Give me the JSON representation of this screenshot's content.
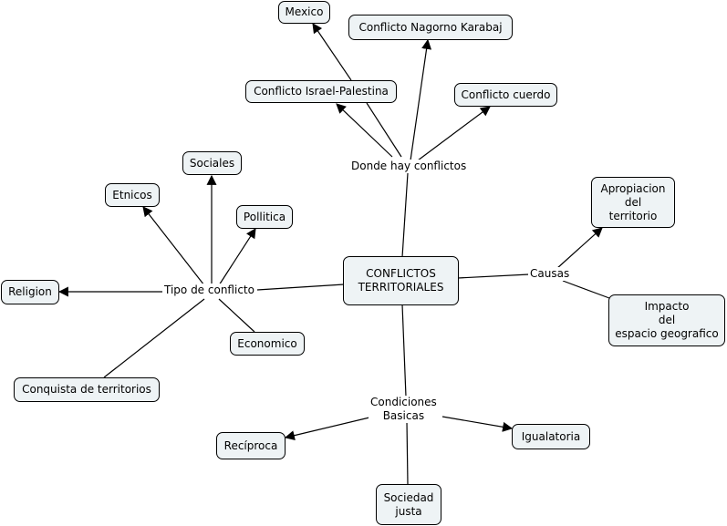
{
  "root": "CONFLICTOS\nTERRITORIALES",
  "branches": {
    "donde": {
      "label": "Donde hay conflictos",
      "items": [
        "Mexico",
        "Conflicto Nagorno Karabaj",
        "Conflicto Israel-Palestina",
        "Conflicto cuerdo"
      ]
    },
    "tipo": {
      "label": "Tipo de conflicto",
      "items": [
        "Sociales",
        "Etnicos",
        "Pollitica",
        "Religion",
        "Economico",
        "Conquista de territorios"
      ]
    },
    "causas": {
      "label": "Causas",
      "items": [
        "Apropiacion\ndel\nterritorio",
        "Impacto\ndel\nespacio geografico"
      ]
    },
    "condiciones": {
      "label": "Condiciones\nBasicas",
      "items": [
        "Recíproca",
        "Igualatoria",
        "Sociedad\njusta"
      ]
    }
  }
}
